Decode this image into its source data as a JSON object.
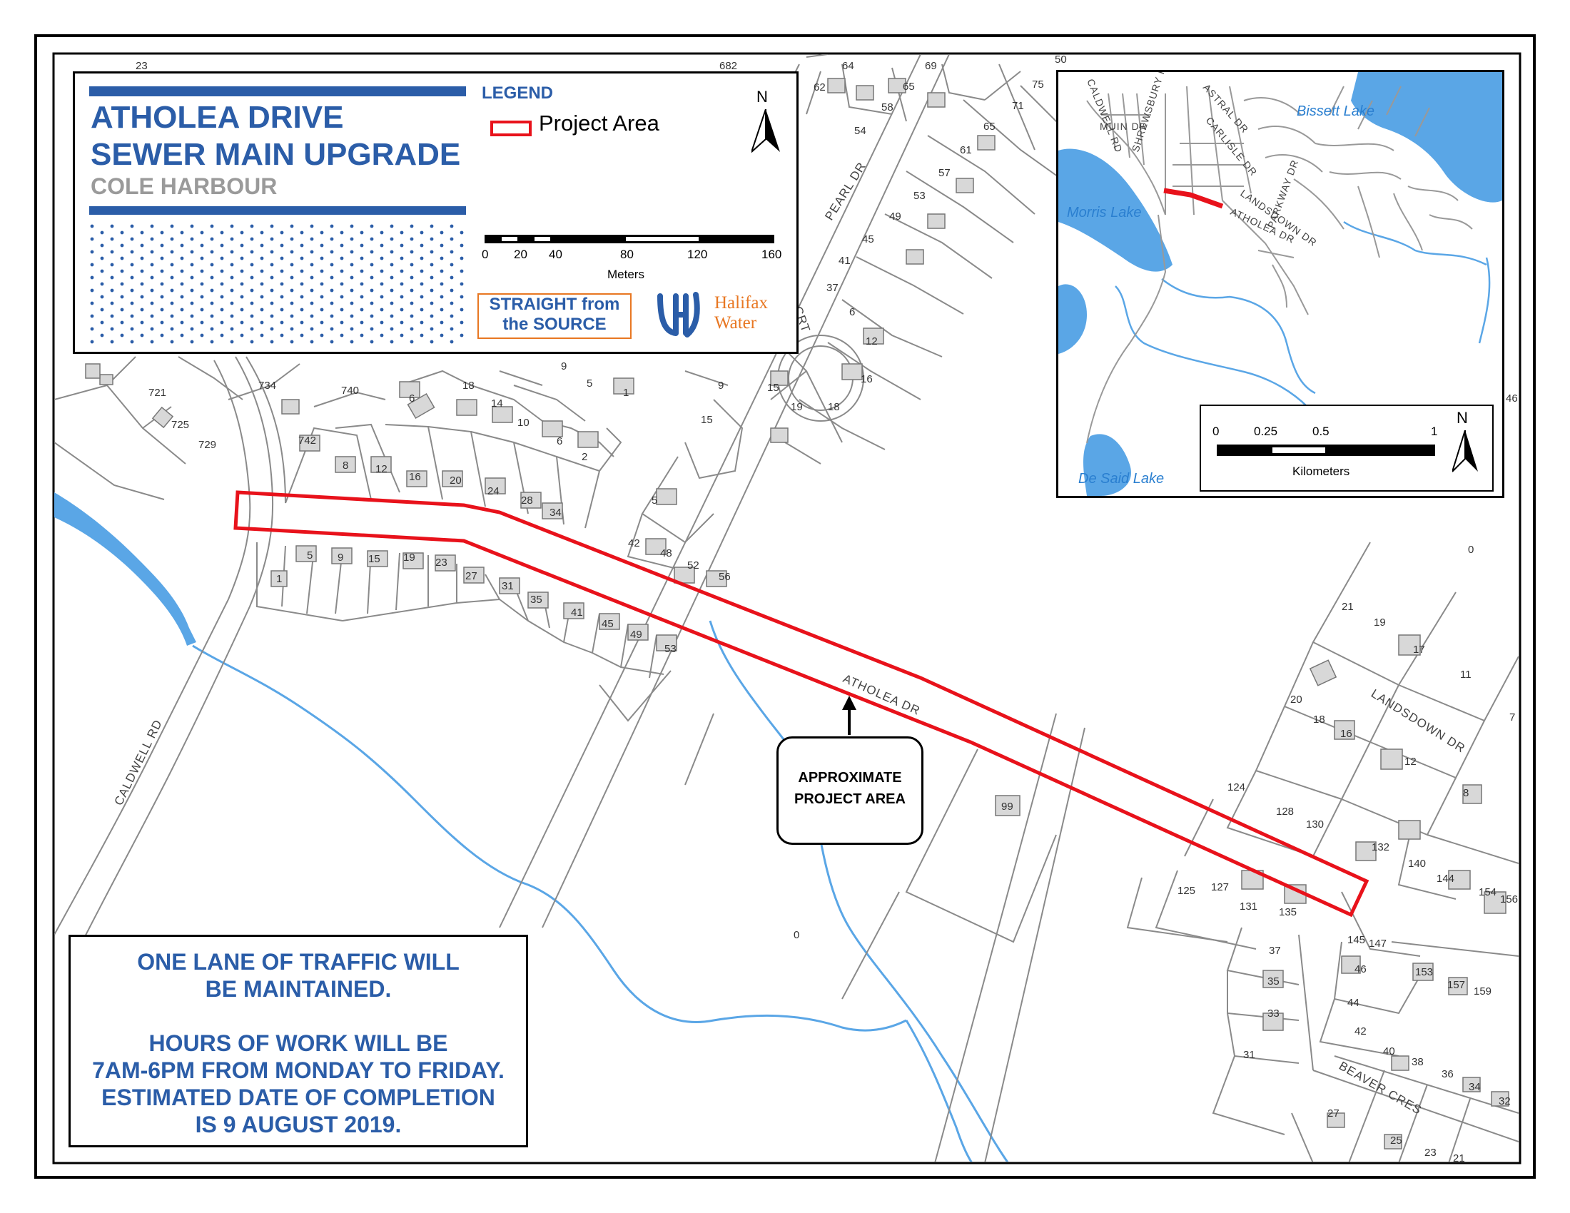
{
  "title": {
    "line1": "ATHOLEA DRIVE",
    "line2": "SEWER MAIN UPGRADE",
    "location": "COLE HARBOUR"
  },
  "legend": {
    "heading": "LEGEND",
    "project_area_label": "Project Area",
    "north_label": "N",
    "scale_ticks": [
      "0",
      "20",
      "40",
      "80",
      "120",
      "160"
    ],
    "scale_units": "Meters"
  },
  "logos": {
    "slogan_line1": "STRAIGHT from",
    "slogan_line2": "the SOURCE",
    "org_line1": "Halifax",
    "org_line2": "Water"
  },
  "callout": {
    "line1": "APPROXIMATE",
    "line2": "PROJECT AREA"
  },
  "notice": {
    "line1": "ONE LANE OF TRAFFIC WILL",
    "line2": "BE MAINTAINED.",
    "line3": "HOURS OF WORK WILL BE",
    "line4": "7AM-6PM FROM MONDAY TO FRIDAY.",
    "line5": "ESTIMATED DATE OF COMPLETION",
    "line6": "IS 9 AUGUST 2019."
  },
  "main_map": {
    "roads": {
      "atholea": "ATHOLEA DR",
      "caldwell": "CALDWELL RD",
      "pearl": "PEARL DR",
      "landsdown": "LANDSDOWN DR",
      "beaver": "BEAVER CRES",
      "crt": "CRT"
    },
    "lots": [
      "23",
      "682",
      "64",
      "69",
      "62",
      "65",
      "58",
      "54",
      "50",
      "75",
      "71",
      "65",
      "61",
      "57",
      "53",
      "49",
      "45",
      "41",
      "37",
      "6",
      "12",
      "16",
      "18",
      "19",
      "15",
      "11",
      "9",
      "15",
      "9",
      "5",
      "1",
      "721",
      "725",
      "729",
      "734",
      "740",
      "742",
      "6",
      "18",
      "14",
      "10",
      "6",
      "2",
      "8",
      "12",
      "16",
      "20",
      "24",
      "28",
      "34",
      "5",
      "42",
      "48",
      "52",
      "56",
      "5",
      "9",
      "15",
      "19",
      "23",
      "27",
      "31",
      "35",
      "41",
      "45",
      "49",
      "53",
      "1",
      "99",
      "0",
      "0",
      "21",
      "19",
      "17",
      "11",
      "20",
      "18",
      "16",
      "12",
      "8",
      "124",
      "128",
      "130",
      "132",
      "140",
      "144",
      "154",
      "156",
      "125",
      "127",
      "131",
      "135",
      "145",
      "147",
      "37",
      "46",
      "153",
      "157",
      "159",
      "35",
      "44",
      "33",
      "42",
      "40",
      "38",
      "36",
      "34",
      "32",
      "31",
      "27",
      "25",
      "23",
      "21",
      "46",
      "7",
      "42"
    ]
  },
  "inset_map": {
    "roads": {
      "caldwell": "CALDWELL RD",
      "shrewsbury": "SHREWSBURY RD",
      "astral": "ASTRAL DR",
      "muin": "MUIN DR",
      "carlisle": "CARLISLE DR",
      "parkway": "PARKWAY DR",
      "landsdown": "LANDSDOWN DR",
      "atholea": "ATHOLEA DR"
    },
    "lakes": {
      "bissett": "Bissett Lake",
      "morris": "Morris Lake",
      "de_said": "De Said Lake"
    },
    "scale_ticks": [
      "0",
      "0.25",
      "0.5",
      "1"
    ],
    "scale_units": "Kilometers",
    "north_label": "N"
  },
  "colors": {
    "project_area": "#e8121b",
    "title_blue": "#2b5da8",
    "water": "#5aa6e6",
    "lot_lines": "#8a8a8a",
    "building": "#d8d8d8",
    "logo_orange": "#e87722"
  }
}
